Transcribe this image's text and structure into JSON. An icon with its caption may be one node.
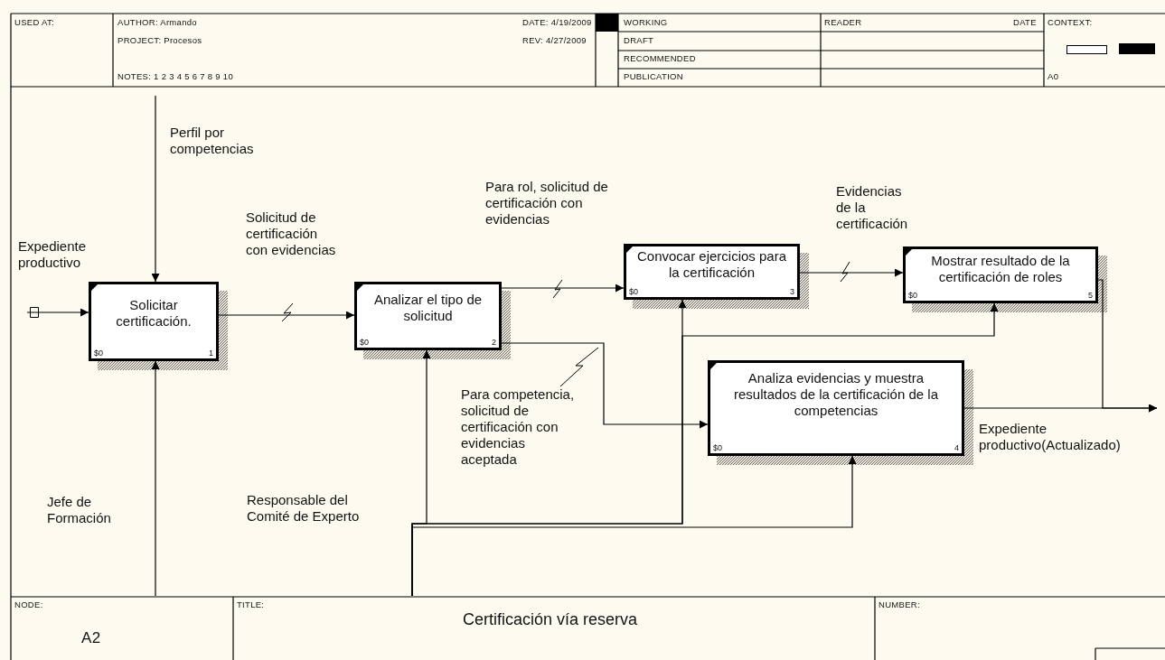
{
  "diagram": {
    "title": "Certificación vía reserva",
    "nodes": [
      {
        "text": [
          "Solicitar certificación.",
          "$0",
          "1"
        ]
      },
      {
        "text": [
          "Analizar el tipo de solicitud",
          "$0",
          "2"
        ]
      },
      {
        "text": [
          "Convocar ejercicios para la certificación",
          "$0",
          "3"
        ]
      },
      {
        "text": [
          "Mostrar resultado de la certificación de roles",
          "$0",
          "5"
        ]
      },
      {
        "text": [
          "Analiza evidencias y muestra resultados de la certificación de la competencias",
          "$0",
          "4"
        ]
      }
    ],
    "edges": [
      {
        "from": null,
        "to": 0,
        "arrow": "to",
        "label": "Expediente productivo"
      },
      {
        "from": null,
        "to": 0,
        "arrow": "to",
        "label": "Perfil por competencias"
      },
      {
        "from": null,
        "to": 0,
        "arrow": "to",
        "label": "Jefe de Formación"
      },
      {
        "from": 0,
        "to": 1,
        "arrow": "to",
        "label": "Solicitud de certificación con evidencias"
      },
      {
        "from": 1,
        "to": 2,
        "arrow": "to",
        "label": "Para rol, solicitud de certificación con evidencias"
      },
      {
        "from": 1,
        "to": 4,
        "arrow": "to",
        "label": "Para competencia, solicitud de certificación con evidencias aceptada"
      },
      {
        "from": 2,
        "to": 3,
        "arrow": "to",
        "label": "Evidencias de la certificación"
      },
      {
        "from": 3,
        "to": null,
        "arrow": "to"
      },
      {
        "from": 4,
        "to": null,
        "arrow": "to",
        "label": "Expediente productivo(Actualizado)"
      },
      {
        "from": null,
        "to": 1,
        "arrow": "to",
        "label": "Responsable del Comité de Experto"
      },
      {
        "from": null,
        "to": 2,
        "arrow": "to"
      },
      {
        "from": null,
        "to": 3,
        "arrow": "to"
      },
      {
        "from": null,
        "to": 4,
        "arrow": "to"
      }
    ],
    "labels": [
      "USED AT:",
      "AUTHOR: Armando",
      "DATE: 4/19/2009",
      "WORKING",
      "READER",
      "DATE",
      "CONTEXT:",
      "PROJECT: Procesos",
      "REV: 4/27/2009",
      "DRAFT",
      "RECOMMENDED",
      "NOTES: 1 2 3 4 5 6 7 8 9 10",
      "PUBLICATION",
      "A0",
      "NODE:",
      "A2",
      "TITLE:",
      "NUMBER:"
    ]
  }
}
